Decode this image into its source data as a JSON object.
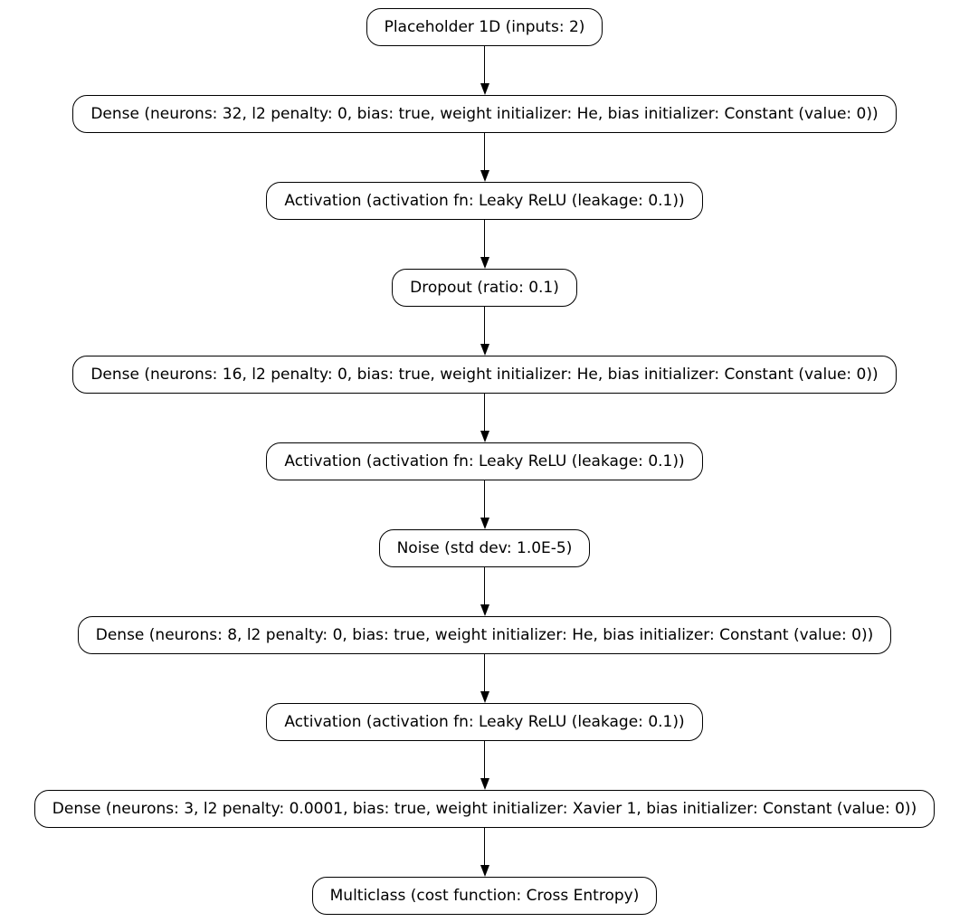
{
  "diagram": {
    "kind": "neural-network-flowchart",
    "direction": "top-down",
    "colors": {
      "background": "#ffffff",
      "node_fill": "#ffffff",
      "node_border": "#000000",
      "text": "#000000",
      "edge": "#000000"
    },
    "nodes": [
      {
        "id": "placeholder-1d",
        "label": "Placeholder 1D (inputs: 2)"
      },
      {
        "id": "dense-32",
        "label": "Dense (neurons: 32, l2 penalty: 0, bias: true, weight initializer: He, bias initializer: Constant (value: 0))"
      },
      {
        "id": "activation-1",
        "label": "Activation (activation fn: Leaky ReLU (leakage: 0.1))"
      },
      {
        "id": "dropout",
        "label": "Dropout (ratio: 0.1)"
      },
      {
        "id": "dense-16",
        "label": "Dense (neurons: 16, l2 penalty: 0, bias: true, weight initializer: He, bias initializer: Constant (value: 0))"
      },
      {
        "id": "activation-2",
        "label": "Activation (activation fn: Leaky ReLU (leakage: 0.1))"
      },
      {
        "id": "noise",
        "label": "Noise (std dev: 1.0E-5)"
      },
      {
        "id": "dense-8",
        "label": "Dense (neurons: 8, l2 penalty: 0, bias: true, weight initializer: He, bias initializer: Constant (value: 0))"
      },
      {
        "id": "activation-3",
        "label": "Activation (activation fn: Leaky ReLU (leakage: 0.1))"
      },
      {
        "id": "dense-3",
        "label": "Dense (neurons: 3, l2 penalty: 0.0001, bias: true, weight initializer: Xavier 1, bias initializer: Constant (value: 0))"
      },
      {
        "id": "multiclass-output",
        "label": "Multiclass (cost function: Cross Entropy)"
      }
    ],
    "edges": [
      {
        "from": "placeholder-1d",
        "to": "dense-32"
      },
      {
        "from": "dense-32",
        "to": "activation-1"
      },
      {
        "from": "activation-1",
        "to": "dropout"
      },
      {
        "from": "dropout",
        "to": "dense-16"
      },
      {
        "from": "dense-16",
        "to": "activation-2"
      },
      {
        "from": "activation-2",
        "to": "noise"
      },
      {
        "from": "noise",
        "to": "dense-8"
      },
      {
        "from": "dense-8",
        "to": "activation-3"
      },
      {
        "from": "activation-3",
        "to": "dense-3"
      },
      {
        "from": "dense-3",
        "to": "multiclass-output"
      }
    ]
  }
}
